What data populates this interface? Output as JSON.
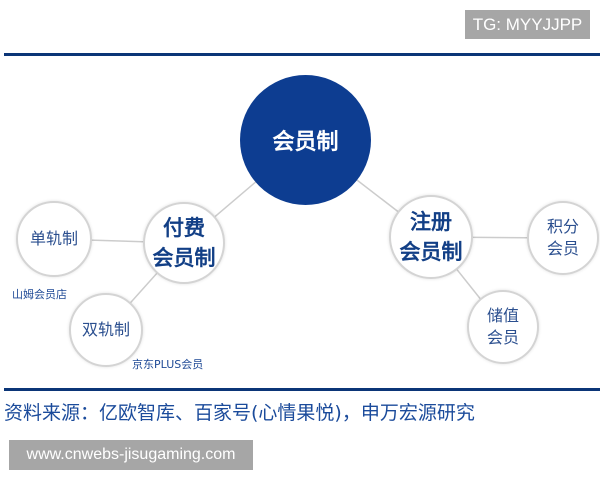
{
  "watermark_top": "TG: MYYJJPP",
  "watermark_bottom": "www.cnwebs-jisugaming.com",
  "colors": {
    "primary": "#0d3d91",
    "rule": "#0b3577",
    "text_blue": "#123f86",
    "connector": "#cccccc",
    "node_border": "#d4d4d4"
  },
  "diagram": {
    "root": {
      "label": "会员制"
    },
    "branches": [
      {
        "line1": "付费",
        "line2": "会员制",
        "children": [
          {
            "label": "单轨制",
            "caption": "山姆会员店"
          },
          {
            "label": "双轨制",
            "caption": "京东PLUS会员"
          }
        ]
      },
      {
        "line1": "注册",
        "line2": "会员制",
        "children": [
          {
            "line1": "积分",
            "line2": "会员"
          },
          {
            "line1": "储值",
            "line2": "会员"
          }
        ]
      }
    ]
  },
  "source_note": "资料来源：亿欧智库、百家号(心情果悦)，申万宏源研究"
}
